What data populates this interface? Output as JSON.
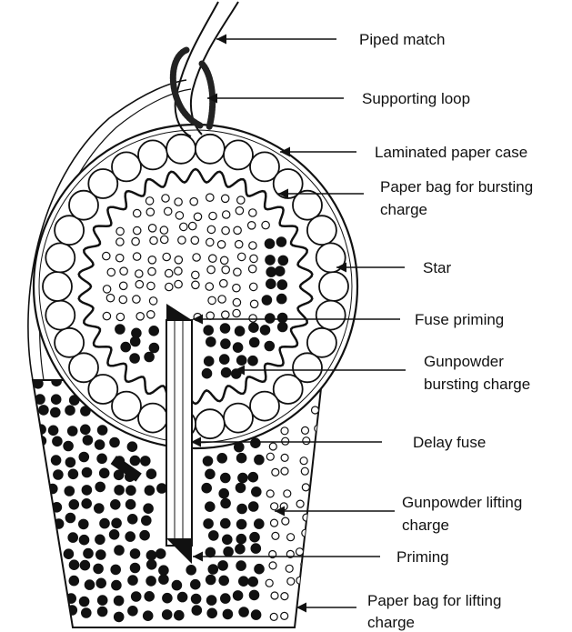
{
  "labels": {
    "piped_match": "Piped match",
    "supporting_loop": "Supporting loop",
    "laminated_paper_case": "Laminated paper case",
    "paper_bag_bursting_1": "Paper bag for bursting",
    "paper_bag_bursting_2": "charge",
    "star": "Star",
    "fuse_priming": "Fuse priming",
    "gunpowder_bursting_1": "Gunpowder",
    "gunpowder_bursting_2": "bursting charge",
    "delay_fuse": "Delay fuse",
    "gunpowder_lifting_1": "Gunpowder lifting",
    "gunpowder_lifting_2": "charge",
    "priming": "Priming",
    "paper_bag_lifting_1": "Paper bag for lifting",
    "paper_bag_lifting_2": "charge"
  },
  "colors": {
    "ink": "#111111",
    "paper": "#ffffff"
  }
}
